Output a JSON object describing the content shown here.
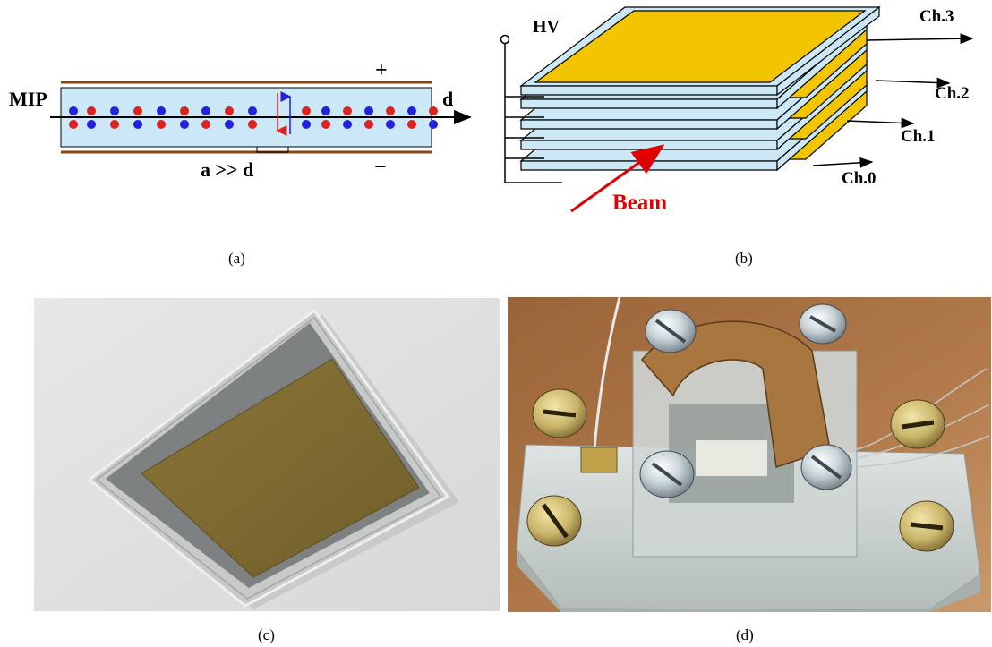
{
  "panel_a": {
    "caption": "(a)",
    "mip_label": "MIP",
    "d_label": "d",
    "plus_label": "+",
    "minus_label": "−",
    "gap_label": "a >> d",
    "colors": {
      "electrode": "#8B4513",
      "gas": "#cce8f6",
      "electron": "#2222dd",
      "ion": "#dd2222"
    }
  },
  "panel_b": {
    "caption": "(b)",
    "hv_label": "HV",
    "channels": [
      "Ch.3",
      "Ch.2",
      "Ch.1",
      "Ch.0"
    ],
    "beam_label": "Beam",
    "colors": {
      "plate": "#cce8f6",
      "electrode": "#f2c500",
      "beam": "#e00000"
    }
  },
  "panel_c": {
    "caption": "(c)",
    "description_icon": "diamond-sensor-photo"
  },
  "panel_d": {
    "caption": "(d)",
    "description_icon": "detector-holder-photo"
  }
}
